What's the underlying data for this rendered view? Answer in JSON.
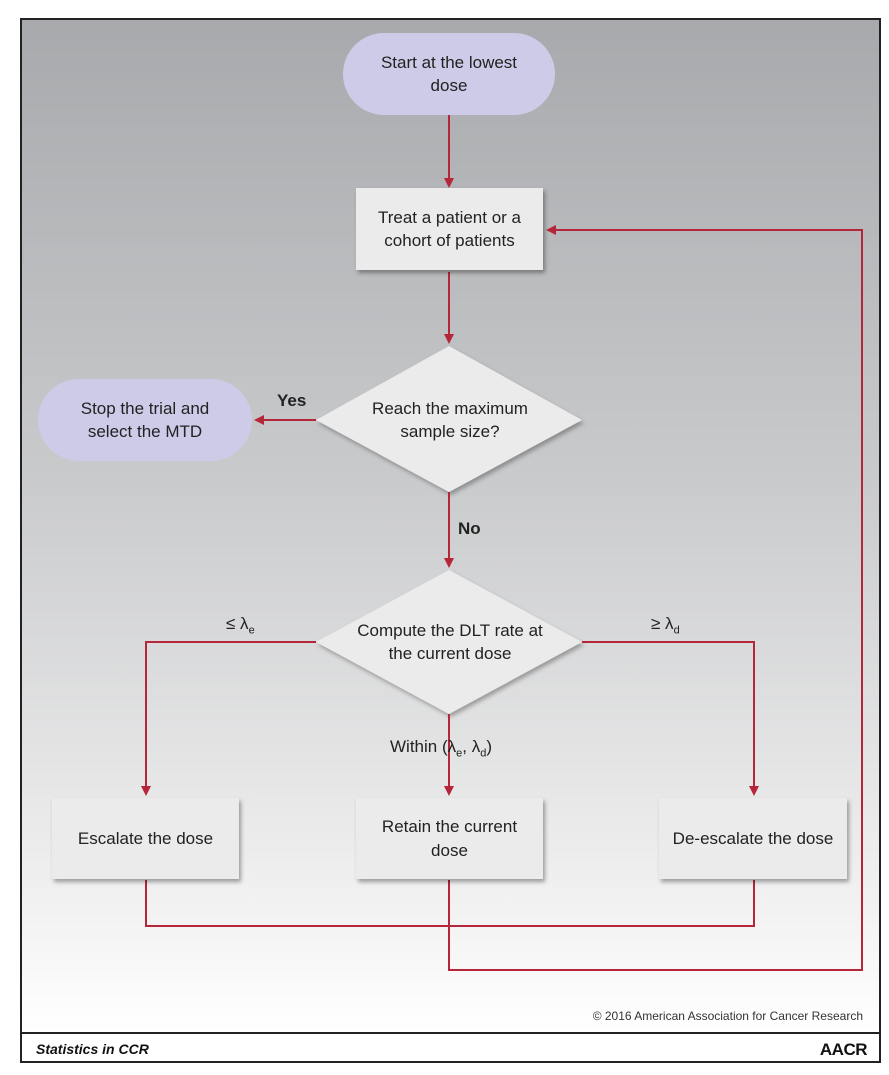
{
  "nodes": {
    "start": "Start at the lowest\ndose",
    "treat": "Treat a patient or a\ncohort of patients",
    "reach_max": "Reach the maximum\nsample size?",
    "stop": "Stop the trial and\nselect the MTD",
    "compute": "Compute the DLT rate at\nthe current dose",
    "escalate": "Escalate the dose",
    "retain": "Retain the current\ndose",
    "deescalate": "De-escalate the dose"
  },
  "edge_labels": {
    "yes": "Yes",
    "no": "No",
    "le_symbol": "≤ λ",
    "le_sub": "e",
    "ge_symbol": "≥ λ",
    "ge_sub": "d",
    "within_prefix": "Within (λ",
    "within_sub1": "e",
    "within_mid": ", λ",
    "within_sub2": "d",
    "within_suffix": ")"
  },
  "footer": {
    "copyright": "© 2016 American Association for Cancer Research",
    "series": "Statistics in CCR",
    "logo_text": "AACR"
  },
  "colors": {
    "arrow": "#b5263a",
    "terminal_fill": "#cdcbe8",
    "box_fill": "#ebebeb",
    "diamond_fill": "#ebebeb"
  }
}
